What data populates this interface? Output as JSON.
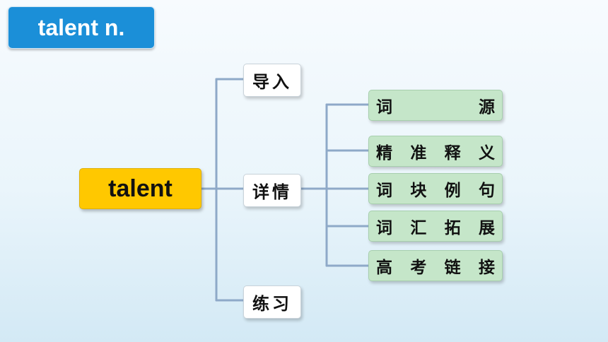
{
  "title": "talent n.",
  "root": {
    "label": "talent"
  },
  "branches": [
    {
      "label": "导入"
    },
    {
      "label": "详情"
    },
    {
      "label": "练习"
    }
  ],
  "details": [
    {
      "label": "词源",
      "chars": [
        "词",
        "源"
      ]
    },
    {
      "label": "精准释义",
      "chars": [
        "精",
        "准",
        "释",
        "义"
      ]
    },
    {
      "label": "词块例句",
      "chars": [
        "词",
        "块",
        "例",
        "句"
      ]
    },
    {
      "label": "词汇拓展",
      "chars": [
        "词",
        "汇",
        "拓",
        "展"
      ]
    },
    {
      "label": "高考链接",
      "chars": [
        "高",
        "考",
        "链",
        "接"
      ]
    }
  ],
  "colors": {
    "title_bg": "#1b8fd8",
    "root_bg": "#ffc800",
    "leaf_bg": "#c5e6c9",
    "connector": "#8ea9c8"
  }
}
